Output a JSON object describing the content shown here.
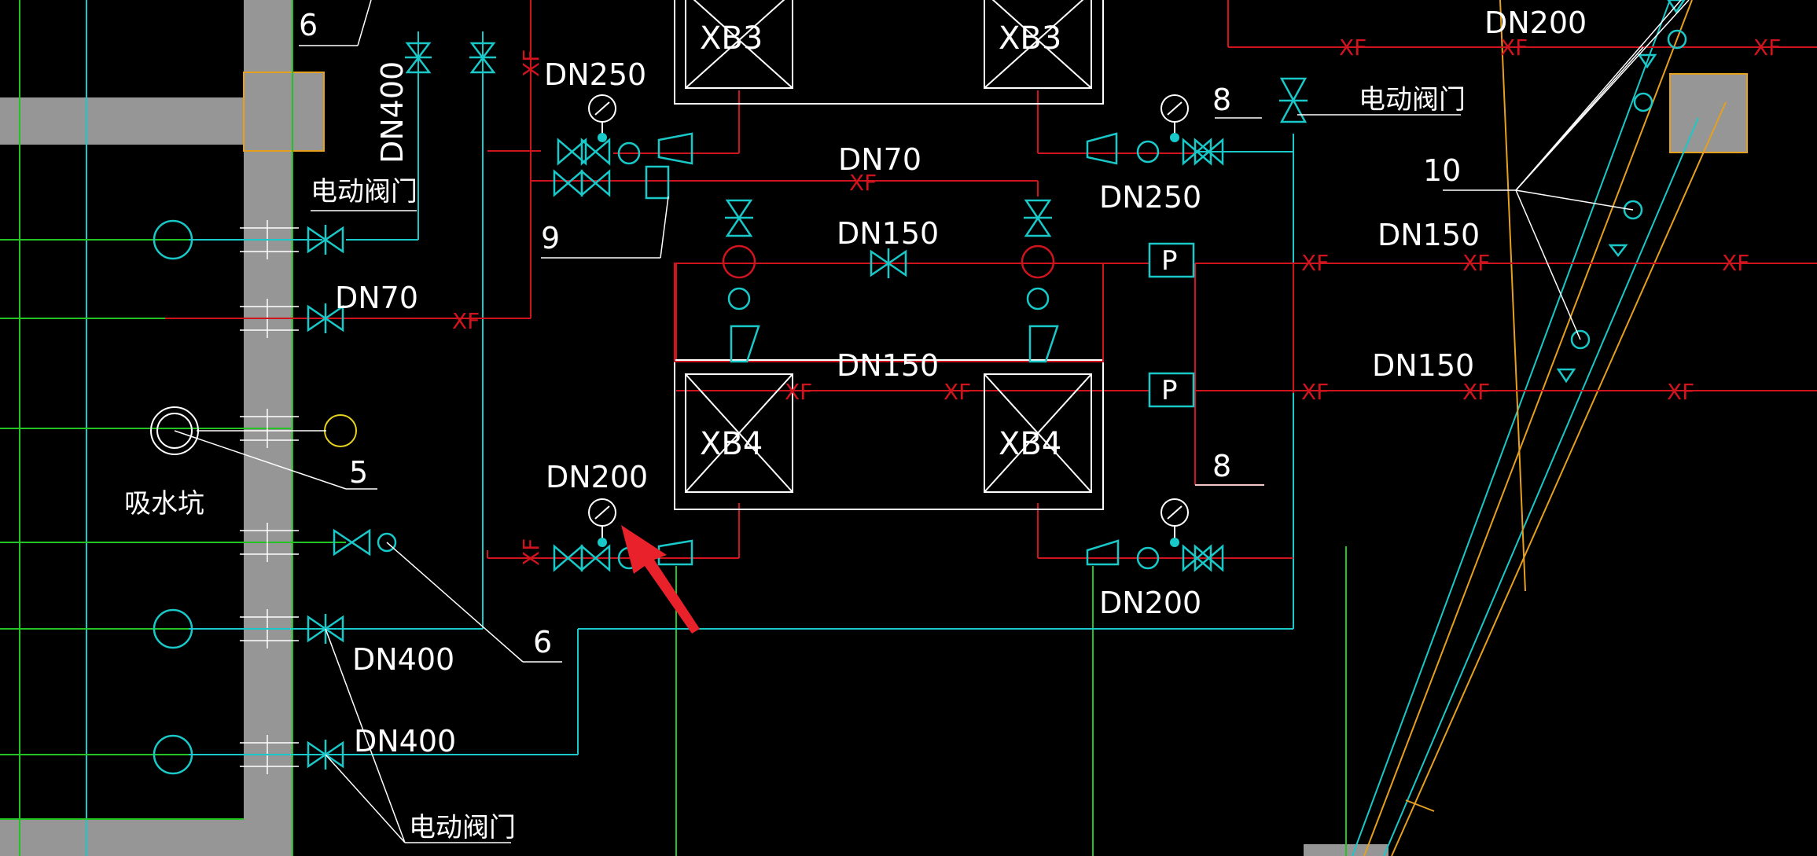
{
  "labels": {
    "dn250_tl": "DN250",
    "dn250_r": "DN250",
    "dn70_mid": "DN70",
    "dn70_left": "DN70",
    "dn150_mid1": "DN150",
    "dn150_mid2": "DN150",
    "dn150_r1": "DN150",
    "dn150_r2": "DN150",
    "dn200_mid": "DN200",
    "dn200_r": "DN200",
    "dn200_top": "DN200",
    "dn400_v": "DN400",
    "dn400_1": "DN400",
    "dn400_2": "DN400",
    "valve_1": "电动阀门",
    "valve_2": "电动阀门",
    "valve_3": "电动阀门",
    "sump": "吸水坑",
    "n6_top": "6",
    "n6_bot": "6",
    "n5": "5",
    "n9": "9",
    "n8_top": "8",
    "n8_bot": "8",
    "n10": "10",
    "p1": "P",
    "p2": "P",
    "xb3_l": "XB3",
    "xb3_r": "XB3",
    "xb4_l": "XB4",
    "xb4_r": "XB4",
    "xf": "XF"
  },
  "colors": {
    "background": "#000000",
    "red_pipe": "#d0141d",
    "cyan_pipe": "#19c8c8",
    "green_line": "#22c322",
    "white_line": "#ffffff",
    "wall_gray": "#969696",
    "orange_edge": "#e6a01e",
    "yellow_circle": "#e6d21e",
    "annotation_arrow": "#e8212a"
  }
}
